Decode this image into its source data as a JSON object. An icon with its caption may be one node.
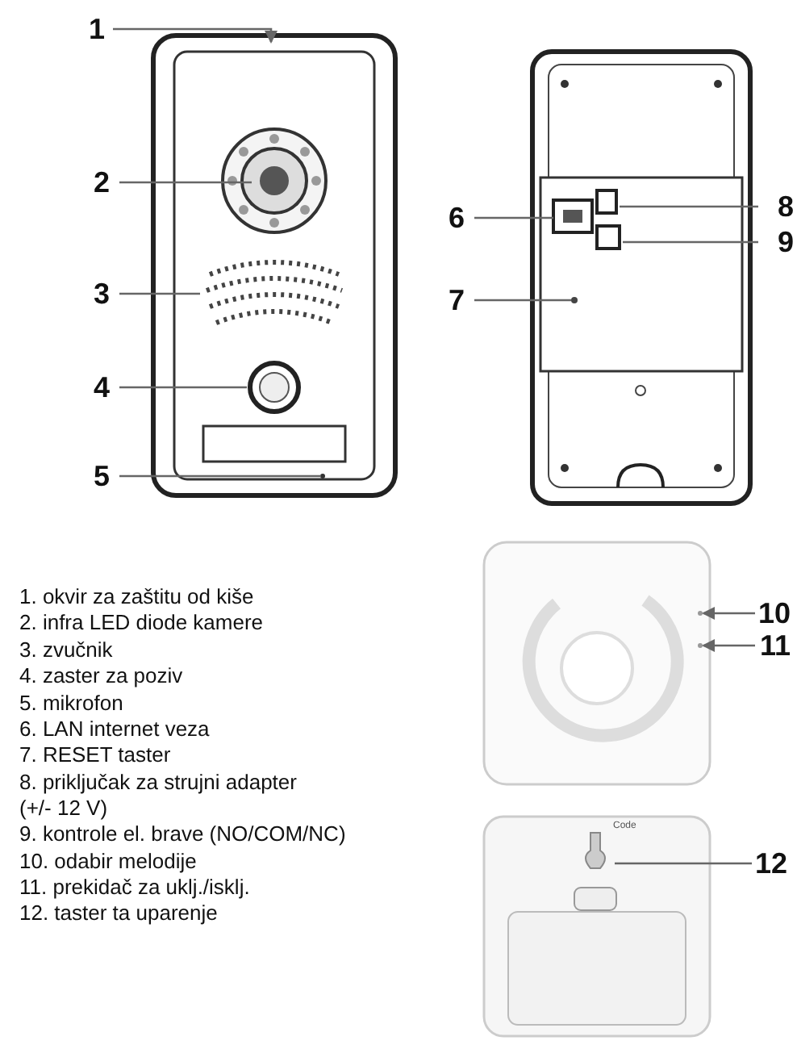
{
  "diagram": {
    "nodes": [
      {
        "text": [
          "1"
        ]
      },
      {
        "text": [
          "2"
        ]
      },
      {
        "text": [
          "3"
        ]
      },
      {
        "text": [
          "4"
        ]
      },
      {
        "text": [
          "5"
        ]
      },
      {
        "text": [
          "6"
        ]
      },
      {
        "text": [
          "7"
        ]
      },
      {
        "text": [
          "8"
        ]
      },
      {
        "text": [
          "9"
        ]
      },
      {
        "text": [
          "10"
        ]
      },
      {
        "text": [
          "11"
        ]
      },
      {
        "text": [
          "12"
        ]
      }
    ],
    "edges": [
      {
        "from": 0,
        "to": null,
        "arrow": "to"
      },
      {
        "from": 1,
        "to": null,
        "arrow": "none"
      },
      {
        "from": 2,
        "to": null,
        "arrow": "none"
      },
      {
        "from": 3,
        "to": null,
        "arrow": "none"
      },
      {
        "from": 4,
        "to": null,
        "arrow": "none"
      },
      {
        "from": 5,
        "to": null,
        "arrow": "none"
      },
      {
        "from": 6,
        "to": null,
        "arrow": "none"
      },
      {
        "from": 7,
        "to": null,
        "arrow": "none"
      },
      {
        "from": 8,
        "to": null,
        "arrow": "none"
      },
      {
        "from": 9,
        "to": null,
        "arrow": "to"
      },
      {
        "from": 10,
        "to": null,
        "arrow": "to"
      },
      {
        "from": 11,
        "to": null,
        "arrow": "none"
      }
    ],
    "labels": [
      "1. okvir za zaštitu od kiše",
      "2. infra LED diode kamere",
      "3. zvučnik",
      "4. zaster za poziv",
      "5. mikrofon",
      "6. LAN internet veza",
      "7. RESET taster",
      "8. priključak za strujni adapter (+/- 12 V)",
      "9. kontrole el. brave (NO/COM/NC)",
      "10. odabir melodije",
      "11. prekidač za uklj./isklj.",
      "12. taster ta uparenje",
      "Code"
    ]
  }
}
